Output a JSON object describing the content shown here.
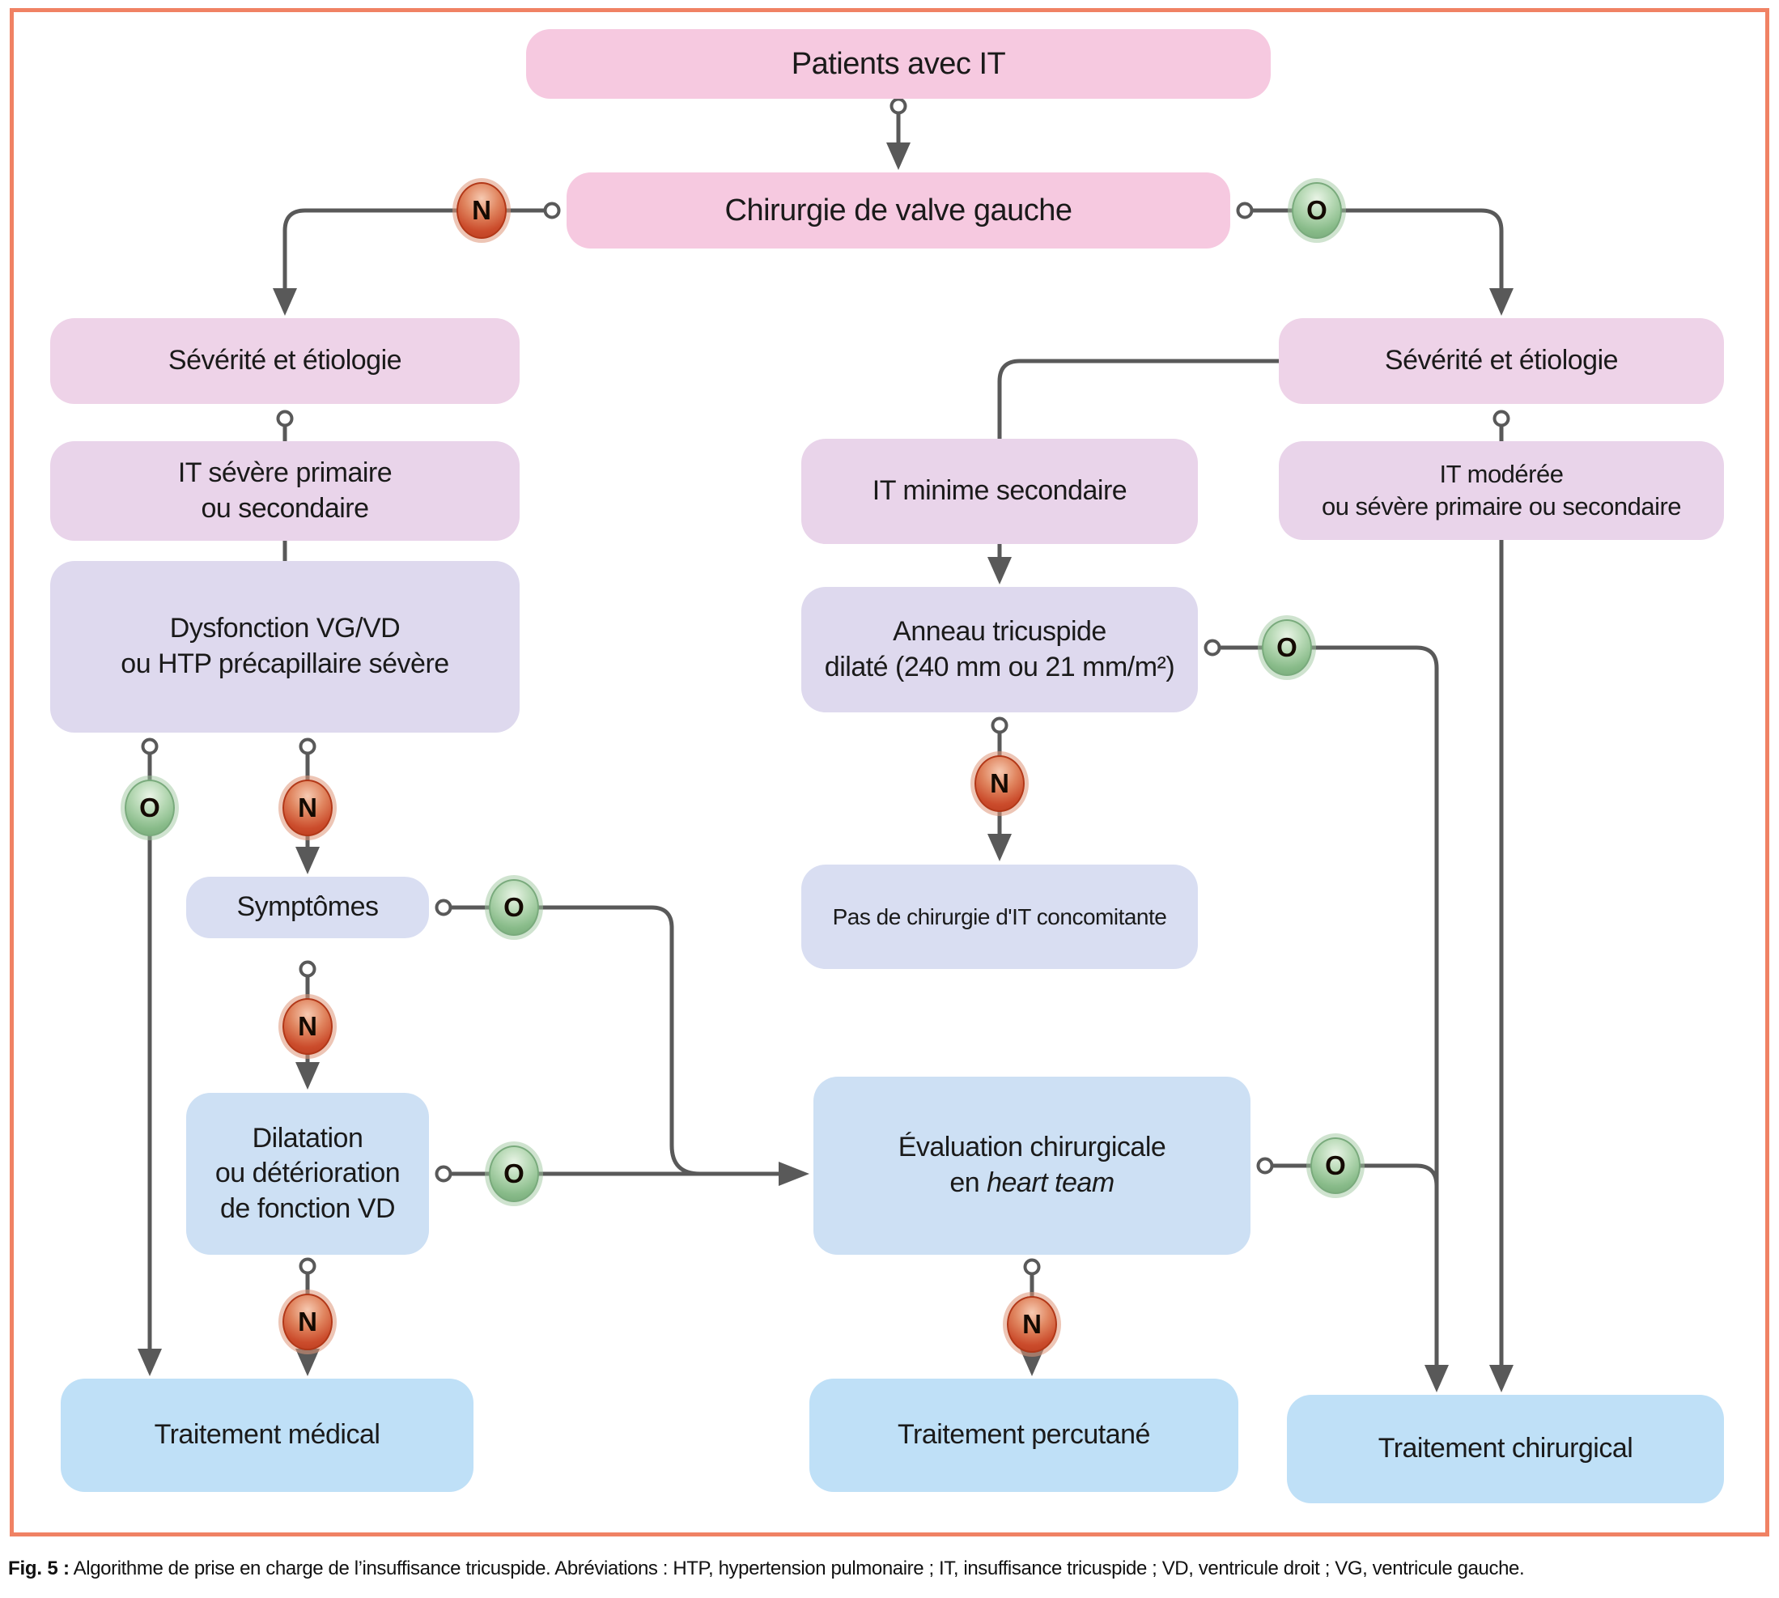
{
  "figure": {
    "caption": {
      "prefix": "Fig. 5 :",
      "text": " Algorithme de prise en charge de l’insuffisance tricuspide. Abréviations : HTP, hypertension pulmonaire ; IT, insuffisance tricuspide ; VD, ventricule droit ; VG, ventricule gauche."
    },
    "badges": {
      "yes": "O",
      "no": "N"
    },
    "colors": {
      "frame": "#f08264",
      "line": "#595959",
      "pink": "#f6c9e0",
      "rose": "#eed3e8",
      "mauve": "#e9d4ea",
      "lavender": "#ded9ee",
      "periwinkle": "#d9def2",
      "light_blue": "#cde0f4",
      "blue": "#bfe0f7",
      "badge_no": "#c94e2d",
      "badge_yes": "#84b885"
    },
    "nodes": {
      "patients": {
        "label": "Patients avec IT"
      },
      "chirurgie_valve_gauche": {
        "label": "Chirurgie de valve gauche"
      },
      "severite_etiologie_gauche": {
        "label": "Sévérité et étiologie"
      },
      "it_severe": {
        "line1": "IT sévère primaire",
        "line2": "ou secondaire"
      },
      "dysfonction": {
        "line1": "Dysfonction VG/VD",
        "line2": "ou HTP précapillaire sévère"
      },
      "symptomes": {
        "label": "Symptômes"
      },
      "dilatation": {
        "line1": "Dilatation",
        "line2": "ou détérioration",
        "line3": "de fonction VD"
      },
      "it_minime": {
        "label": "IT minime secondaire"
      },
      "anneau": {
        "line1": "Anneau tricuspide",
        "line2": "dilaté (240 mm ou 21 mm/m²)"
      },
      "pas_chirurgie": {
        "label": "Pas de chirurgie d'IT concomitante"
      },
      "evaluation": {
        "line1": "Évaluation chirurgicale",
        "line2_prefix": "en ",
        "line2_italic": "heart team"
      },
      "severite_etiologie_droite": {
        "label": "Sévérité et étiologie"
      },
      "it_moderee": {
        "line1": "IT modérée",
        "line2": "ou sévère primaire ou secondaire"
      },
      "traitement_medical": {
        "label": "Traitement médical"
      },
      "traitement_percutane": {
        "label": "Traitement percutané"
      },
      "traitement_chirurgical": {
        "label": "Traitement chirurgical"
      }
    }
  }
}
